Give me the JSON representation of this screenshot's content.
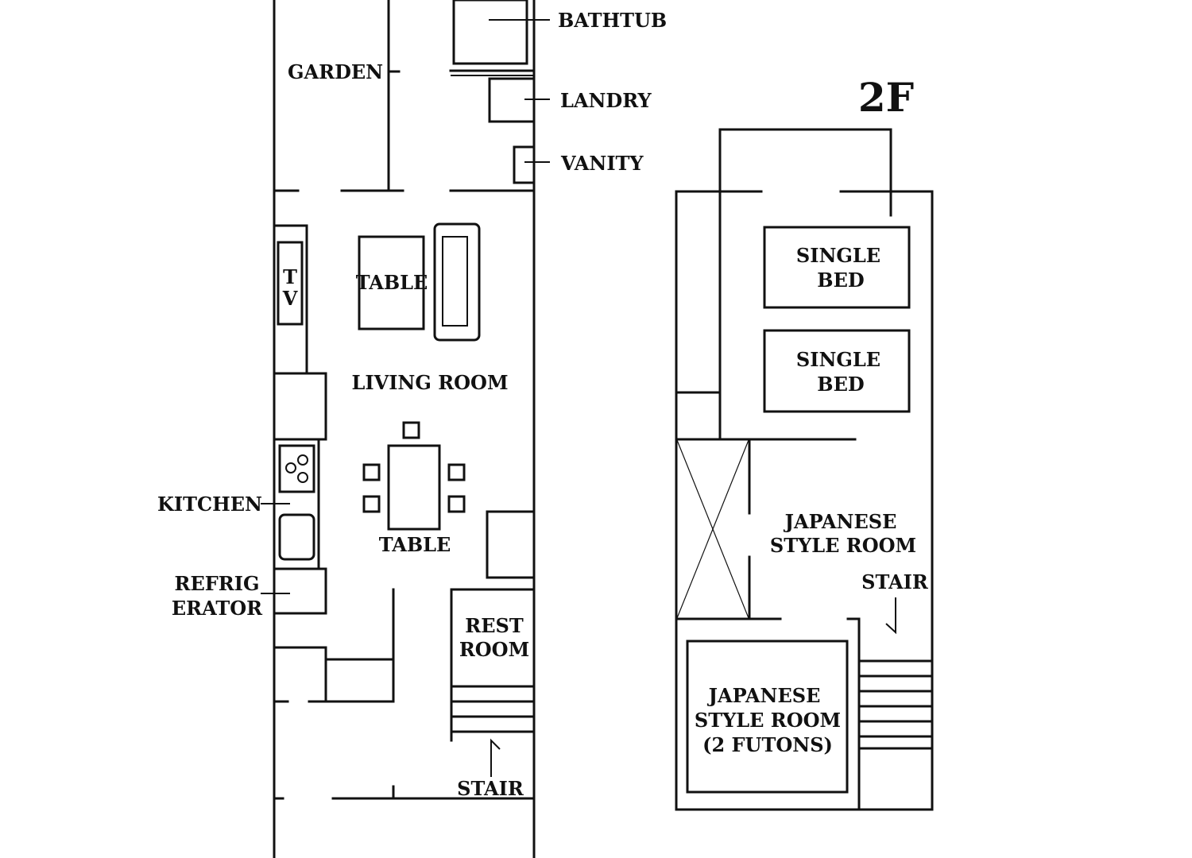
{
  "floor_1": {
    "bathtub": "BATHTUB",
    "garden": "GARDEN",
    "laundry": "LANDRY",
    "vanity": "VANITY",
    "tv": [
      "T",
      "V"
    ],
    "living_table": "TABLE",
    "living_room": "LIVING ROOM",
    "kitchen": "KITCHEN",
    "dining_table": "TABLE",
    "refrigerator": [
      "REFRIG",
      "ERATOR"
    ],
    "rest_room": [
      "REST",
      "ROOM"
    ],
    "stair": "STAIR"
  },
  "floor_2": {
    "title": "2F",
    "single_bed_1": [
      "SINGLE",
      "BED"
    ],
    "single_bed_2": [
      "SINGLE",
      "BED"
    ],
    "japanese_room": [
      "JAPANESE",
      "STYLE ROOM"
    ],
    "stair": "STAIR",
    "japanese_room_futon": [
      "JAPANESE",
      "STYLE ROOM",
      "(2 FUTONS)"
    ]
  },
  "colors": {
    "line": "#111111",
    "background": "#ffffff"
  }
}
